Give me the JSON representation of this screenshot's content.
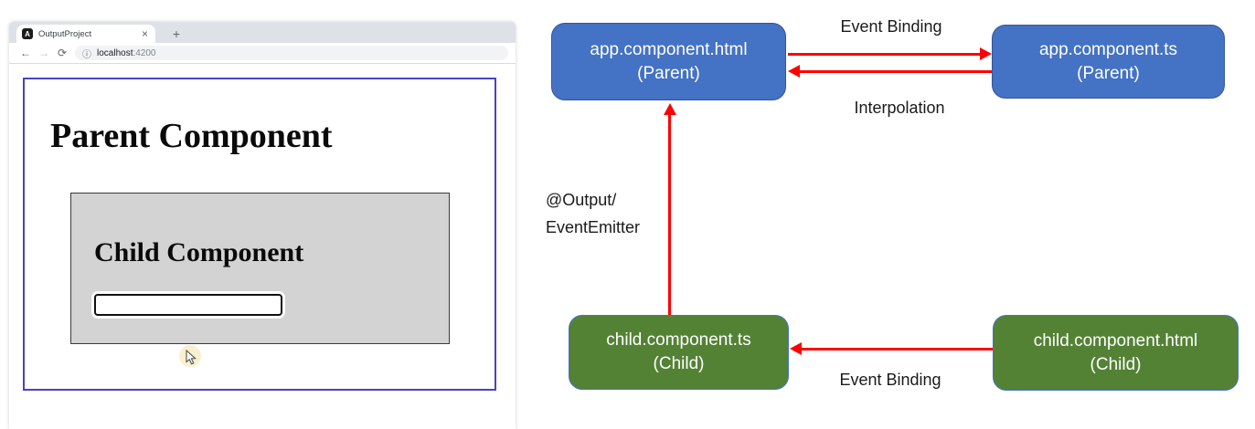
{
  "browser": {
    "tab_title": "OutputProject",
    "close_glyph": "×",
    "new_tab_glyph": "+",
    "back_glyph": "←",
    "forward_glyph": "→",
    "reload_glyph": "⟳",
    "info_glyph": "ⓘ",
    "favicon_letter": "A",
    "url_host": "localhost",
    "url_port": ":4200",
    "page": {
      "parent_heading": "Parent Component",
      "child_heading": "Child Component",
      "input_value": ""
    }
  },
  "diagram": {
    "boxes": [
      {
        "line1": "app.component.html",
        "line2": "(Parent)",
        "role": "parent-template"
      },
      {
        "line1": "app.component.ts",
        "line2": "(Parent)",
        "role": "parent-class"
      },
      {
        "line1": "child.component.ts",
        "line2": "(Child)",
        "role": "child-class"
      },
      {
        "line1": "child.component.html",
        "line2": "(Child)",
        "role": "child-template"
      }
    ],
    "labels": {
      "event_binding_top": "Event Binding",
      "interpolation": "Interpolation",
      "output_emitter_line1": "@Output/",
      "output_emitter_line2": "EventEmitter",
      "event_binding_bottom": "Event Binding"
    },
    "colors": {
      "parent_box_fill": "#4472c4",
      "child_box_fill": "#548235",
      "arrow": "#fe0000"
    }
  },
  "colors": {
    "app_frame_border": "#4a42c0",
    "child_panel_fill": "#d3d3d3",
    "tab_strip": "#dee1e6",
    "url_pill": "#f1f3f4"
  }
}
